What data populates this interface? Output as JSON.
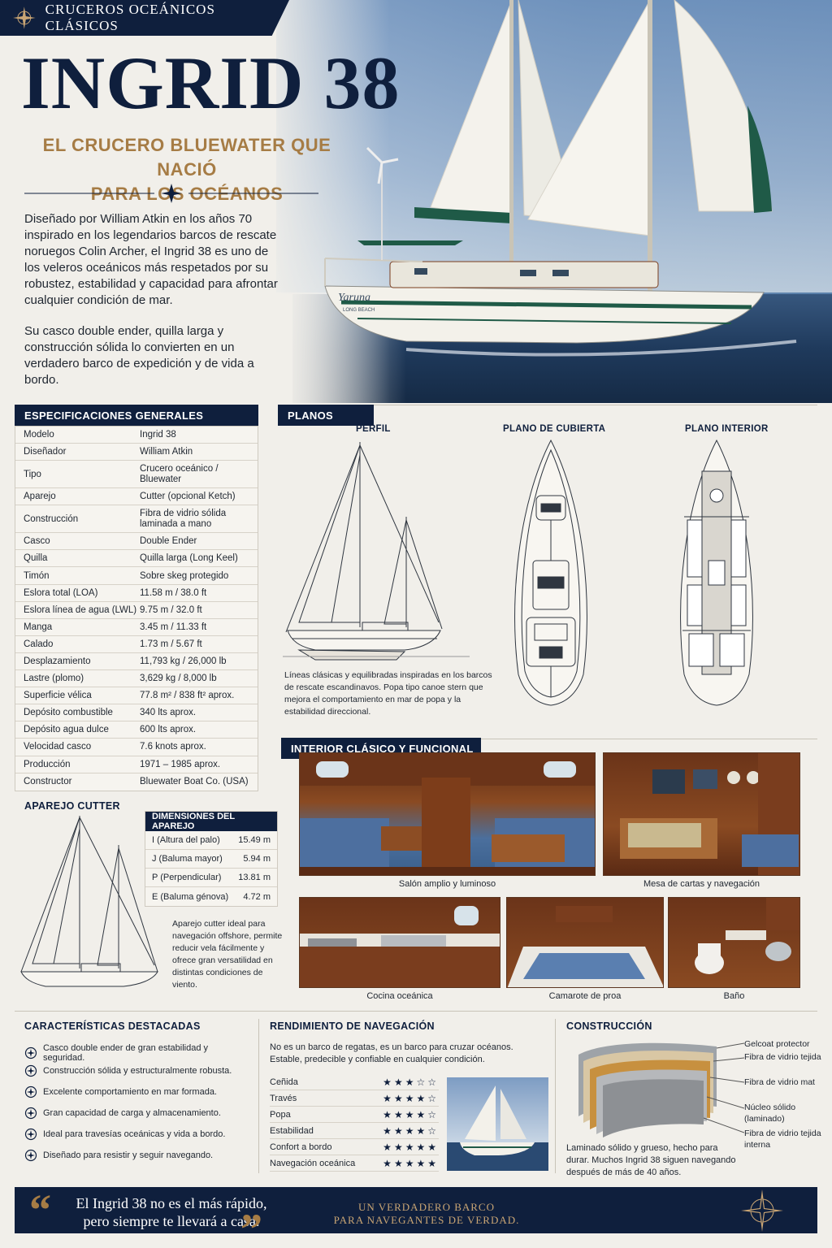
{
  "hero": {
    "banner": "CRUCEROS OCEÁNICOS CLÁSICOS",
    "title": "INGRID 38",
    "subtitle_line1": "EL CRUCERO BLUEWATER QUE NACIÓ",
    "subtitle_line2": "PARA LOS OCÉANOS",
    "intro_p1": "Diseñado por William Atkin en los años 70 inspirado en los legendarios barcos de rescate noruegos Colin Archer, el Ingrid 38 es uno de los veleros oceánicos más respetados por su robustez, estabilidad y capacidad para afrontar cualquier condición de mar.",
    "intro_p2": "Su casco double ender, quilla larga y construcción sólida lo convierten en un verdadero barco de expedición y de vida a bordo.",
    "boat_name": "Yaruna",
    "boat_port": "LONG BEACH"
  },
  "specs": {
    "title": "ESPECIFICACIONES GENERALES",
    "rows": [
      {
        "k": "Modelo",
        "v": "Ingrid 38"
      },
      {
        "k": "Diseñador",
        "v": "William Atkin"
      },
      {
        "k": "Tipo",
        "v": "Crucero oceánico / Bluewater"
      },
      {
        "k": "Aparejo",
        "v": "Cutter (opcional Ketch)"
      },
      {
        "k": "Construcción",
        "v": "Fibra de vidrio sólida laminada a mano"
      },
      {
        "k": "Casco",
        "v": "Double Ender"
      },
      {
        "k": "Quilla",
        "v": "Quilla larga (Long Keel)"
      },
      {
        "k": "Timón",
        "v": "Sobre skeg protegido"
      },
      {
        "k": "Eslora total (LOA)",
        "v": "11.58 m / 38.0 ft"
      },
      {
        "k": "Eslora línea de agua (LWL)",
        "v": "9.75 m / 32.0 ft"
      },
      {
        "k": "Manga",
        "v": "3.45 m / 11.33 ft"
      },
      {
        "k": "Calado",
        "v": "1.73 m / 5.67 ft"
      },
      {
        "k": "Desplazamiento",
        "v": "11,793 kg / 26,000 lb"
      },
      {
        "k": "Lastre (plomo)",
        "v": "3,629 kg / 8,000 lb"
      },
      {
        "k": "Superficie vélica",
        "v": "77.8 m² / 838 ft² aprox."
      },
      {
        "k": "Depósito combustible",
        "v": "340 lts aprox."
      },
      {
        "k": "Depósito agua dulce",
        "v": "600 lts aprox."
      },
      {
        "k": "Velocidad casco",
        "v": "7.6 knots aprox."
      },
      {
        "k": "Producción",
        "v": "1971 – 1985 aprox."
      },
      {
        "k": "Constructor",
        "v": "Bluewater Boat Co. (USA)"
      }
    ]
  },
  "plans": {
    "title": "PLANOS",
    "profile": "PERFIL",
    "deck": "PLANO DE CUBIERTA",
    "interior": "PLANO INTERIOR",
    "caption": "Líneas clásicas y equilibradas inspiradas en los barcos de rescate escandinavos. Popa tipo canoe stern que mejora el comportamiento en mar de popa y la estabilidad direccional."
  },
  "rig": {
    "title": "APAREJO CUTTER",
    "dims_title": "DIMENSIONES DEL APAREJO",
    "dims": [
      {
        "k": "I (Altura del palo)",
        "v": "15.49 m"
      },
      {
        "k": "J (Baluma mayor)",
        "v": "5.94 m"
      },
      {
        "k": "P (Perpendicular)",
        "v": "13.81 m"
      },
      {
        "k": "E (Baluma génova)",
        "v": "4.72 m"
      }
    ],
    "caption": "Aparejo cutter ideal para navegación offshore, permite reducir vela fácilmente y ofrece gran versatilidad en distintas condiciones de viento."
  },
  "interior": {
    "title": "INTERIOR CLÁSICO Y FUNCIONAL",
    "photos": [
      "Salón amplio y luminoso",
      "Mesa de cartas y navegación",
      "Cocina oceánica",
      "Camarote de proa",
      "Baño"
    ]
  },
  "features": {
    "title": "CARACTERÍSTICAS DESTACADAS",
    "items": [
      "Casco double ender de gran estabilidad y seguridad.",
      "Construcción sólida y estructuralmente robusta.",
      "Excelente comportamiento en mar formada.",
      "Gran capacidad de carga y almacenamiento.",
      "Ideal para travesías oceánicas y vida a bordo.",
      "Diseñado para resistir y seguir navegando."
    ]
  },
  "performance": {
    "title": "RENDIMIENTO DE NAVEGACIÓN",
    "intro": "No es un barco de regatas, es un barco para cruzar océanos. Estable, predecible y confiable en cualquier condición.",
    "ratings": [
      {
        "k": "Ceñida",
        "v": 3
      },
      {
        "k": "Través",
        "v": 4
      },
      {
        "k": "Popa",
        "v": 4
      },
      {
        "k": "Estabilidad",
        "v": 4
      },
      {
        "k": "Confort a bordo",
        "v": 5
      },
      {
        "k": "Navegación oceánica",
        "v": 5
      }
    ]
  },
  "construction": {
    "title": "CONSTRUCCIÓN",
    "layers": [
      "Gelcoat protector",
      "Fibra de vidrio tejida",
      "Fibra de vidrio mat",
      "Núcleo sólido (laminado)",
      "Fibra de vidrio tejida interna"
    ],
    "caption": "Laminado sólido y grueso, hecho para durar. Muchos Ingrid 38 siguen navegando después de más de 40 años."
  },
  "footer": {
    "quote_line1": "El Ingrid 38 no es el más rápido,",
    "quote_line2": "pero siempre te llevará a casa.",
    "slogan_line1": "UN VERDADERO BARCO",
    "slogan_line2": "PARA NAVEGANTES DE VERDAD."
  },
  "colors": {
    "navy": "#0f1f3d",
    "gold": "#a67c45",
    "paper": "#f1efea",
    "hull_green": "#1f5a47",
    "wood": "#7a3d1e"
  }
}
